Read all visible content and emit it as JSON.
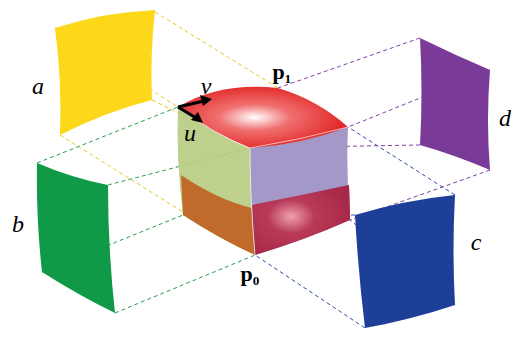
{
  "diagram": {
    "labels": [
      "a",
      "b",
      "c",
      "d",
      "p₁",
      "p₀",
      "u",
      "v"
    ]
  }
}
